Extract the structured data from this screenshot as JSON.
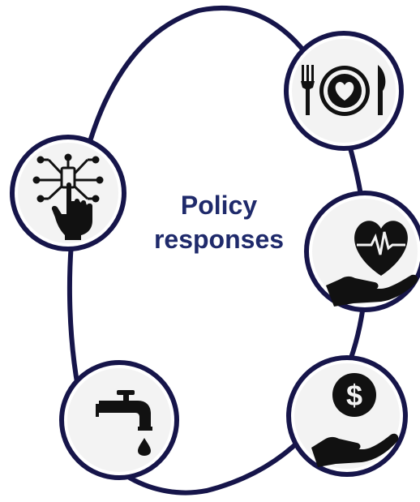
{
  "diagram": {
    "center_title": {
      "line1": "Policy",
      "line2": "responses"
    },
    "nodes": [
      {
        "id": "food",
        "icon": "plate-fork-knife-heart-icon"
      },
      {
        "id": "technology",
        "icon": "digital-hand-touch-icon"
      },
      {
        "id": "health",
        "icon": "heart-in-hand-icon"
      },
      {
        "id": "water",
        "icon": "water-tap-icon"
      },
      {
        "id": "finance",
        "icon": "dollar-in-hand-icon"
      }
    ],
    "colors": {
      "ring": "#16154a",
      "circle_border": "#16154a",
      "circle_fill": "#f3f3f3",
      "icon": "#111111",
      "title": "#1f2a6b"
    }
  }
}
